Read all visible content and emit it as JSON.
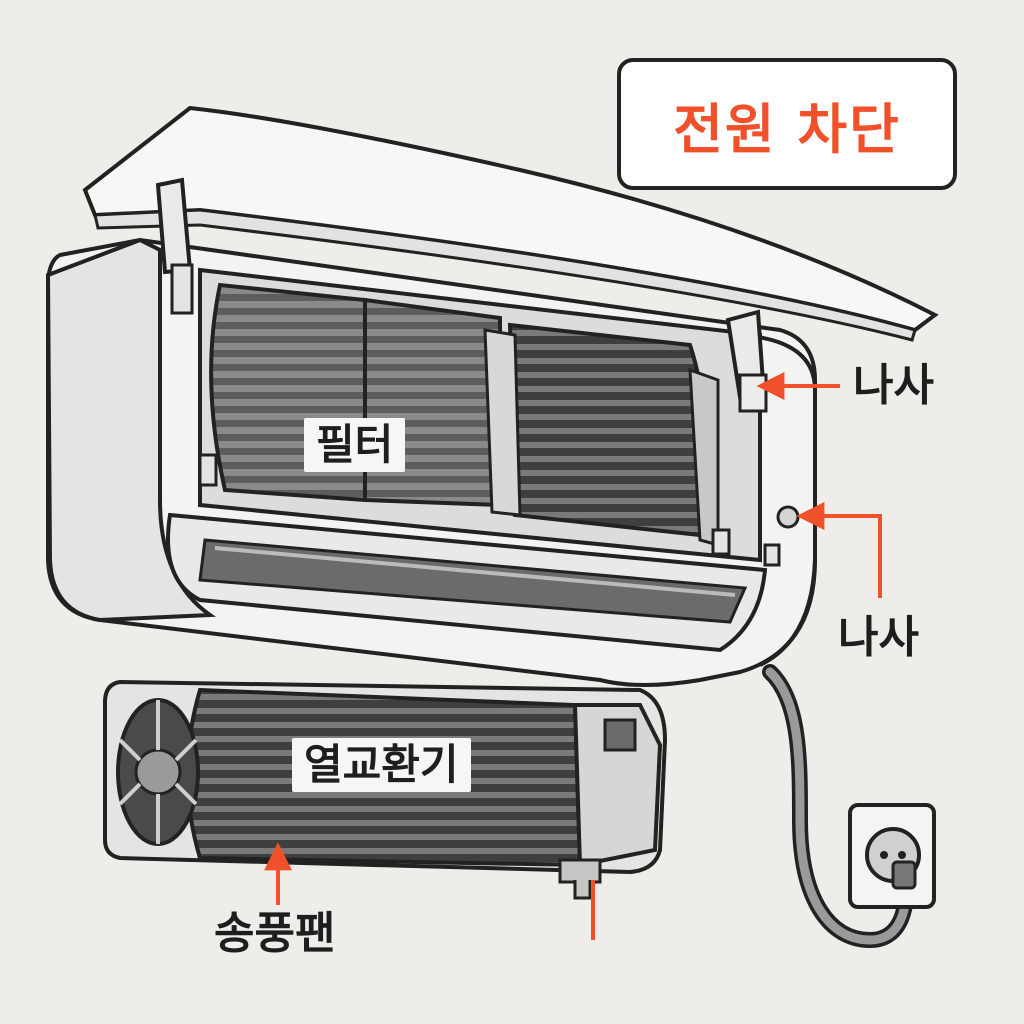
{
  "title": "전원 차단",
  "labels": {
    "filter": "필터",
    "heat_exchanger": "열교환기",
    "fan": "송풍팬",
    "screw_top": "나사",
    "screw_side": "나사"
  },
  "colors": {
    "accent": "#f0502a",
    "outline": "#222222",
    "background": "#efedea",
    "body": "#f3f3f1",
    "filter_mesh": "#6b6b6b",
    "coil": "#4a4a4a"
  },
  "icons": {
    "fan_icon": "fan-icon",
    "outlet_icon": "power-outlet-icon",
    "plug_icon": "power-plug-icon",
    "screw_icon": "screw-icon"
  }
}
